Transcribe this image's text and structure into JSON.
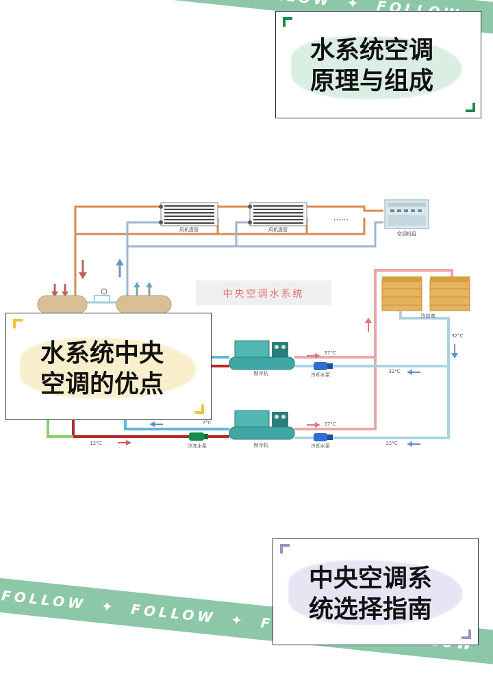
{
  "ribbon_text": "FOLLOW",
  "cards": {
    "principle": {
      "line1": "水系统空调",
      "line2": "原理与组成"
    },
    "advantages": {
      "line1": "水系统中央",
      "line2": "空调的优点"
    },
    "guide": {
      "line1": "中央空调系",
      "line2": "统选择指南"
    }
  },
  "diagram": {
    "title": "中央空调水系统",
    "fan_coil_1": "风机盘管",
    "fan_coil_2": "风机盘管",
    "dots": "......",
    "ahu": "空调机组",
    "cooling_tower": "冷却塔",
    "chiller_1": "制冷机",
    "chiller_2": "制冷机",
    "cooling_pump_1": "冷却水泵",
    "cooling_pump_2": "冷却水泵",
    "chilled_pump": "冷冻水泵",
    "temp_37_a": "37°C",
    "temp_37_b": "37°C",
    "temp_32_a": "32°C",
    "temp_32_b": "32°C",
    "temp_32_c": "32°C",
    "temp_7": "7°C",
    "temp_12": "12°C"
  },
  "colors": {
    "ribbon": "#8cc7a8",
    "supply_pipe": "#d98a4e",
    "return_pipe": "#9fb3d6",
    "chilled_red": "#b52a2a",
    "cooling_pink": "#e8a7a7",
    "cooling_blue": "#a9d3e3",
    "chilled_cyan": "#5bb8dd",
    "machine_teal": "#3fa7a3",
    "tower_orange": "#e6b460",
    "green_accent": "#1a8a4a",
    "yellow_accent": "#f2c23a",
    "purple_accent": "#9b93c7"
  }
}
